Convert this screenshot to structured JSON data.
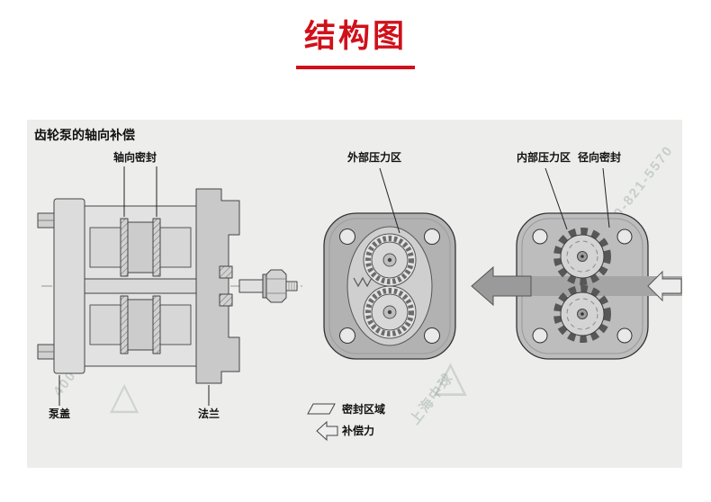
{
  "title": "结构图",
  "panel": {
    "heading": "齿轮泵的轴向补偿",
    "labels": {
      "axial_seal": "轴向密封",
      "pump_cover": "泵盖",
      "flange": "法兰",
      "external_pressure_zone": "外部压力区",
      "internal_pressure_zone": "内部压力区",
      "radial_seal": "径向密封"
    },
    "legend": [
      {
        "icon": "seal-area-swatch",
        "label": "密封区域"
      },
      {
        "icon": "compensation-force-arrow",
        "label": "补偿力"
      }
    ],
    "watermark": {
      "phone": "400-821-5570",
      "brand": "上海中球",
      "logo_glyph": "△"
    }
  },
  "colors": {
    "accent_red": "#d0101a",
    "panel_bg": "#edeeec"
  }
}
